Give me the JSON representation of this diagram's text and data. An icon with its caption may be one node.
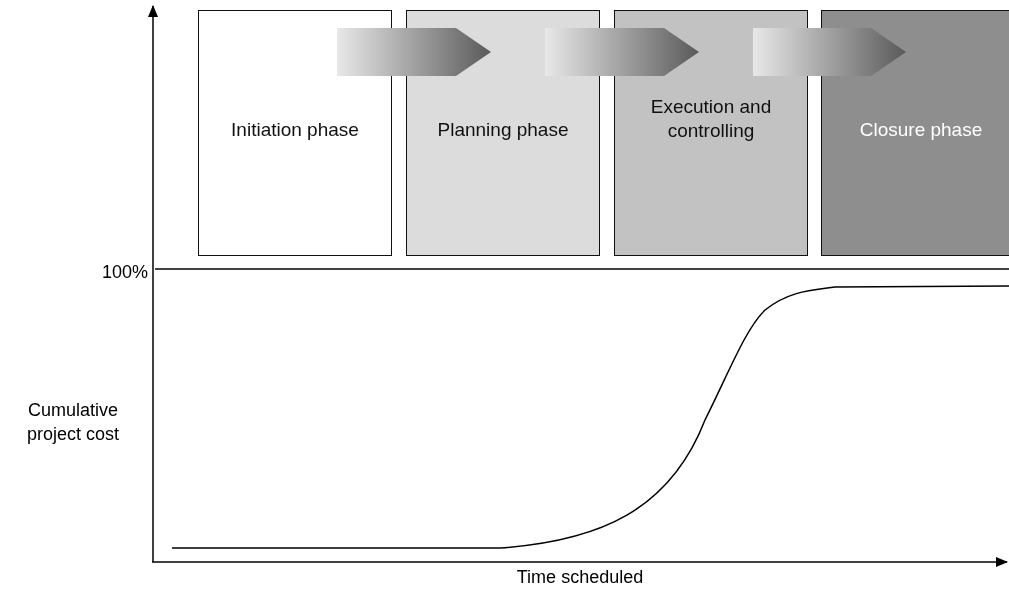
{
  "diagram": {
    "nodes": [
      {
        "text": [
          "Initiation phase"
        ]
      },
      {
        "text": [
          "Planning phase"
        ]
      },
      {
        "text": [
          "Execution and controlling"
        ]
      },
      {
        "text": [
          "Closure phase"
        ]
      }
    ],
    "edges": [
      {
        "from": 0,
        "to": 1,
        "arrow": "to"
      },
      {
        "from": 1,
        "to": 2,
        "arrow": "to"
      },
      {
        "from": 2,
        "to": 3,
        "arrow": "to"
      }
    ],
    "labels": [
      "100%",
      "Cumulative project cost",
      "Time scheduled"
    ]
  }
}
